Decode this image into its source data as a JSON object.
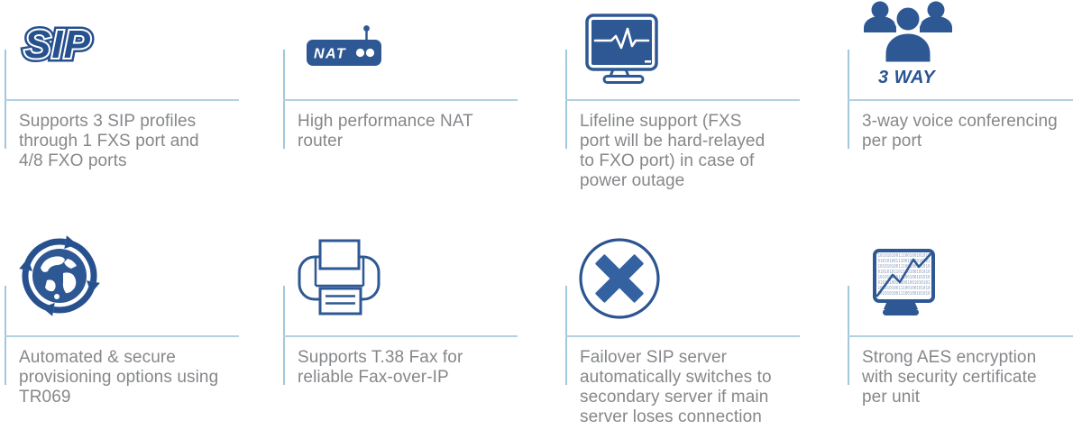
{
  "meta": {
    "kind": "product-feature-grid",
    "colors": {
      "icon_blue": "#2e5894",
      "icon_blue_dark": "#27518e",
      "x_mark_blue": "#34619f",
      "divider_vertical": "#a2c8dc",
      "divider_horizontal": "#b2d1e1",
      "body_text": "#85878a",
      "binary_digits": "#8da1c0",
      "background": "#ffffff"
    }
  },
  "features": [
    {
      "id": "sip-profiles",
      "icon": "sip-logo",
      "icon_label": "SIP",
      "text": "Supports 3 SIP profiles\nthrough 1 FXS port and\n4/8 FXO ports"
    },
    {
      "id": "nat-router",
      "icon": "nat-router",
      "icon_label": "NAT",
      "text": "High performance NAT\nrouter"
    },
    {
      "id": "lifeline-support",
      "icon": "monitor-pulse",
      "text": "Lifeline support (FXS\nport will be hard-relayed\nto FXO port) in case of\npower outage"
    },
    {
      "id": "three-way-conferencing",
      "icon": "people-group",
      "icon_label": "3 WAY",
      "text": "3-way voice conferencing\nper port"
    },
    {
      "id": "auto-provisioning",
      "icon": "globe-sync",
      "text": "Automated & secure\nprovisioning options using\nTR069"
    },
    {
      "id": "t38-fax",
      "icon": "fax-machine",
      "text": "Supports T.38 Fax for\nreliable Fax-over-IP"
    },
    {
      "id": "sip-failover",
      "icon": "failover-x-circle",
      "text": "Failover SIP server\nautomatically switches to\nsecondary server if main\nserver loses connection"
    },
    {
      "id": "aes-encryption",
      "icon": "monitor-binary",
      "binary_rows": [
        "10101010011100100101010",
        "01010100111001001010101",
        "10101010011100100101010",
        "01010101101100100101010",
        "10101010011100100101010",
        "01010100111001001010101",
        "10101010011100100101010",
        "10101010011100100101010"
      ],
      "text": "Strong AES encryption\nwith security certificate\nper unit"
    }
  ]
}
